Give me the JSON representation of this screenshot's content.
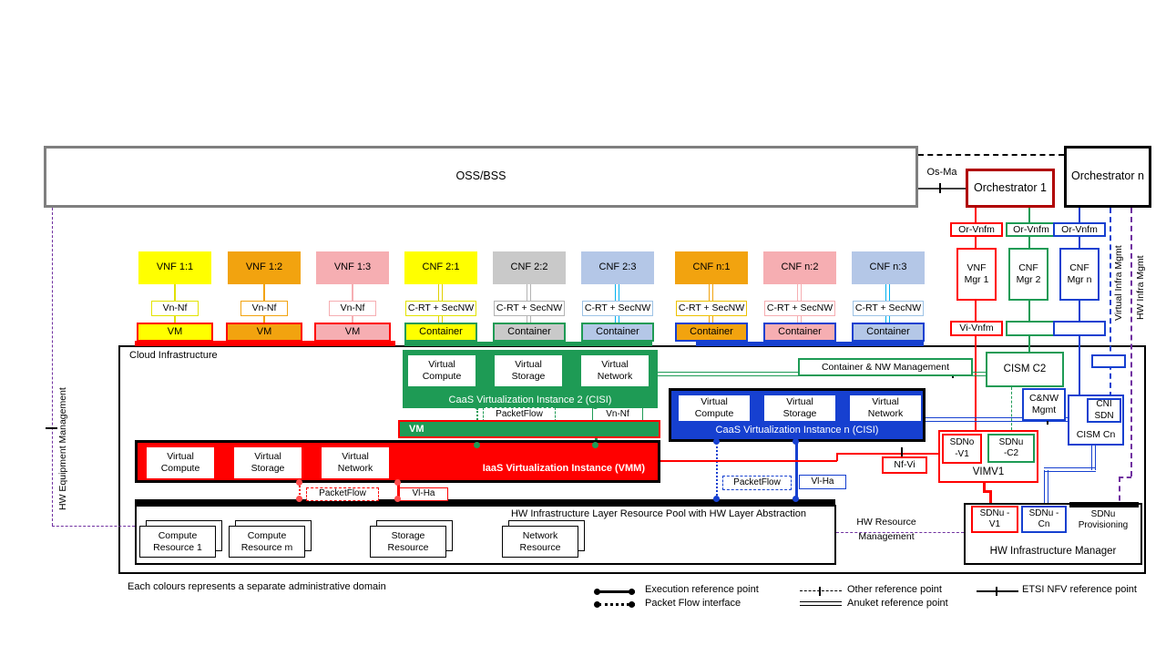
{
  "colors": {
    "yellow": "#ffff00",
    "orange": "#f2a30f",
    "pink": "#f6aeb2",
    "gray": "#c9c9c9",
    "light_blue": "#b4c7e7",
    "green": "#1e9b55",
    "red": "#ff0000",
    "dark_red": "#b00000",
    "blue": "#1640d0",
    "cyan": "#00b0f0",
    "purple": "#7030a0",
    "oss_border_gray": "#7f7f7f"
  },
  "top": {
    "oss": "OSS/BSS",
    "os_ma": "Os-Ma",
    "orchestrator_1": "Orchestrator 1",
    "orchestrator_n": "Orchestrator n"
  },
  "mano": {
    "or_vnfm_1": "Or-Vnfm",
    "or_vnfm_2": "Or-Vnfm",
    "or_vnfm_n": "Or-Vnfm",
    "vnf_mgr_1": "VNF Mgr 1",
    "cnf_mgr_2": "CNF Mgr 2",
    "cnf_mgr_n": "CNF Mgr n",
    "vi_vnfm": "Vi-Vnfm",
    "virtual_infra_mgmt": "Virtual Infra Mgmt",
    "hw_infra_mgmt": "HW Infra Mgmt"
  },
  "nf": {
    "items": [
      {
        "label": "VNF 1:1",
        "ref": "Vn-Nf",
        "runtime": "VM"
      },
      {
        "label": "VNF 1:2",
        "ref": "Vn-Nf",
        "runtime": "VM"
      },
      {
        "label": "VNF 1:3",
        "ref": "Vn-Nf",
        "runtime": "VM"
      },
      {
        "label": "CNF 2:1",
        "ref": "C-RT + SecNW",
        "runtime": "Container"
      },
      {
        "label": "CNF 2:2",
        "ref": "C-RT + SecNW",
        "runtime": "Container"
      },
      {
        "label": "CNF 2:3",
        "ref": "C-RT + SecNW",
        "runtime": "Container"
      },
      {
        "label": "CNF n:1",
        "ref": "C-RT + SecNW",
        "runtime": "Container"
      },
      {
        "label": "CNF n:2",
        "ref": "C-RT + SecNW",
        "runtime": "Container"
      },
      {
        "label": "CNF n:3",
        "ref": "C-RT + SecNW",
        "runtime": "Container"
      }
    ]
  },
  "cloud": {
    "label": "Cloud Infrastructure",
    "caas2": {
      "title": "CaaS Virtualization Instance 2 (CISI)",
      "compute": "Virtual Compute",
      "storage": "Virtual Storage",
      "network": "Virtual Network",
      "packetflow": "PacketFlow",
      "vn_nf": "Vn-Nf",
      "vm": "VM"
    },
    "iaas": {
      "title": "IaaS Virtualization Instance (VMM)",
      "compute": "Virtual Compute",
      "storage": "Virtual Storage",
      "network": "Virtual Network",
      "packetflow": "PacketFlow",
      "vl_ha": "Vl-Ha"
    },
    "caasn": {
      "title": "CaaS Virtualization Instance n (CISI)",
      "compute": "Virtual Compute",
      "storage": "Virtual Storage",
      "network": "Virtual Network",
      "packetflow": "PacketFlow",
      "vl_ha": "Vl-Ha"
    },
    "container_nw_mgmt": "Container & NW Management",
    "cism_c2": "CISM C2",
    "cnw_mgmt": "C&NW Mgmt",
    "cni_sdn": "CNI SDN",
    "cism_cn": "CISM Cn",
    "nf_vi": "Nf-Vi",
    "vim": {
      "sdno_v1": "SDNo -V1",
      "sdnu_c2": "SDNu -C2",
      "label": "VIMV1"
    },
    "hw_pool": {
      "title": "HW Infrastructure Layer Resource Pool with HW Layer Abstraction",
      "r1": "Compute Resource 1",
      "r2": "Compute Resource m",
      "r3": "Storage Resource",
      "r4": "Network Resource"
    },
    "hw_mgr": {
      "sdnu_v1": "SDNu -V1",
      "sdnu_cn": "SDNu -Cn",
      "sdnu_prov": "SDNu Provisioning",
      "label": "HW Infrastructure Manager"
    }
  },
  "side": {
    "hw_equipment_mgmt": "HW Equipment Management",
    "hw_resource_mgmt": "HW Resource Management"
  },
  "footnote": "Each colours represents a separate administrative domain",
  "legend": {
    "execution": "Execution reference point",
    "packet_flow": "Packet Flow interface",
    "other": "Other reference point",
    "anuket": "Anuket reference point",
    "etsi": "ETSI NFV reference point"
  }
}
